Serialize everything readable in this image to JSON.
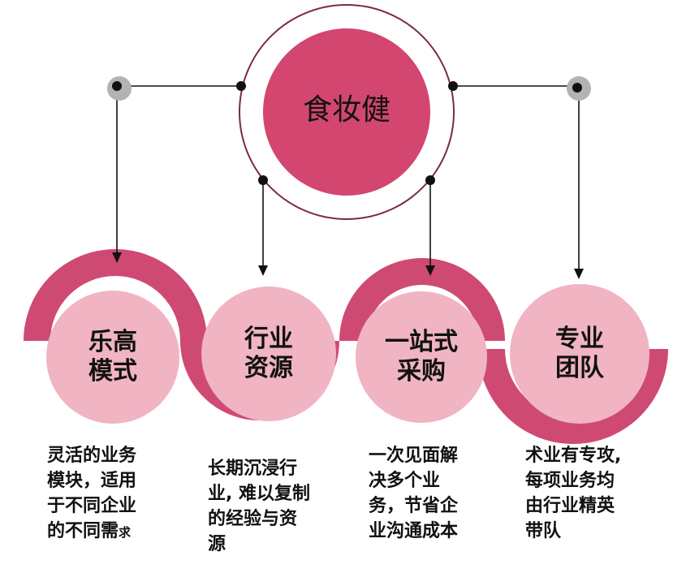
{
  "center": {
    "title": "食妆健"
  },
  "nodes": [
    {
      "title_line1": "乐高",
      "title_line2": "模式",
      "desc": "灵活的业务\n模块，适用\n于不同企业\n的不同需",
      "desc_tail": "求"
    },
    {
      "title_line1": "行业",
      "title_line2": "资源",
      "desc": "长期沉浸行\n业, 难以复制\n的经验与资\n源",
      "desc_tail": ""
    },
    {
      "title_line1": "一站式",
      "title_line2": "采购",
      "desc": "一次见面解\n决多个业\n务，节省企\n业沟通成本",
      "desc_tail": ""
    },
    {
      "title_line1": "专业",
      "title_line2": "团队",
      "desc": "术业有专攻,\n每项业务均\n由行业精英\n带队",
      "desc_tail": ""
    }
  ],
  "colors": {
    "deep_pink": "#d2466f",
    "ribbon": "#cf4a72",
    "light_pink": "#f0b4c3",
    "ring": "#7a2a45",
    "grey_dot": "#b3b3b3",
    "line": "#111111"
  }
}
